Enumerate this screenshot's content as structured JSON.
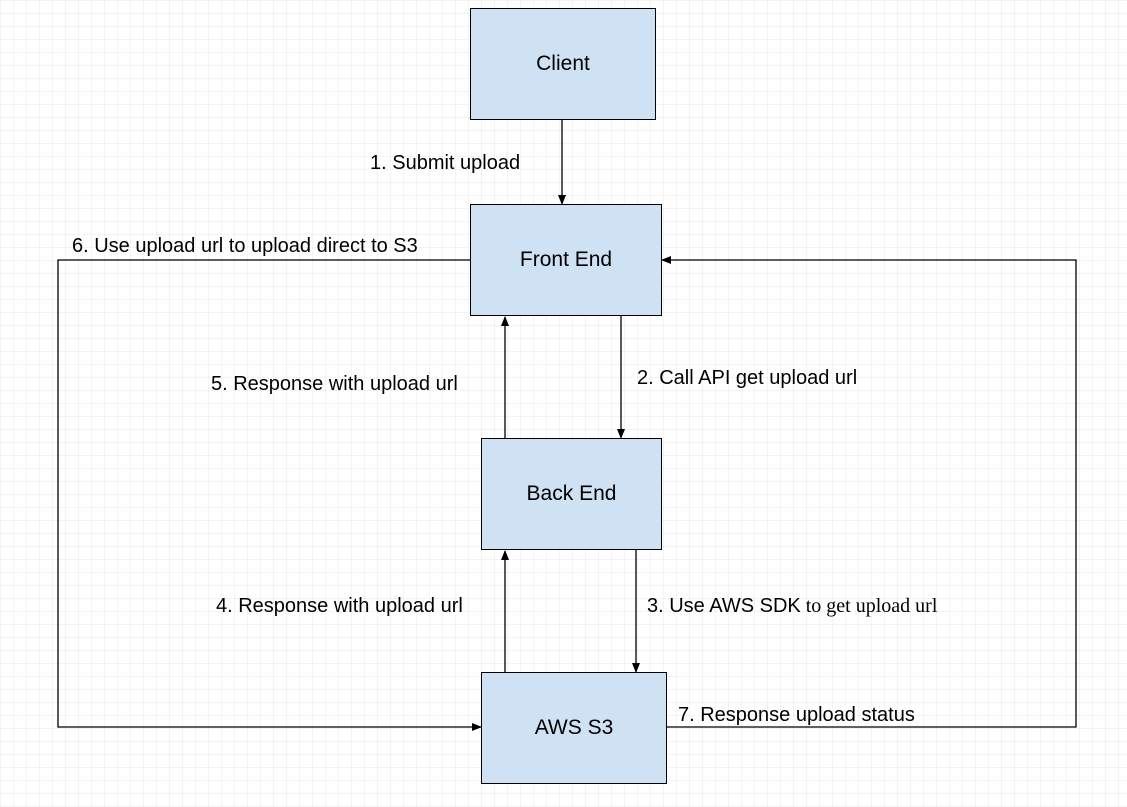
{
  "nodes": {
    "client": "Client",
    "front_end": "Front End",
    "back_end": "Back End",
    "aws_s3": "AWS S3"
  },
  "edges": {
    "e1": "1.  Submit upload",
    "e2": "2. Call API get upload url",
    "e3_prefix": "3. Use AWS SDK",
    "e3_suffix": " to get upload url",
    "e4": "4. Response with upload url",
    "e5": "5. Response with upload url",
    "e6": "6. Use upload url to upload direct to S3",
    "e7": "7. Response upload status"
  }
}
